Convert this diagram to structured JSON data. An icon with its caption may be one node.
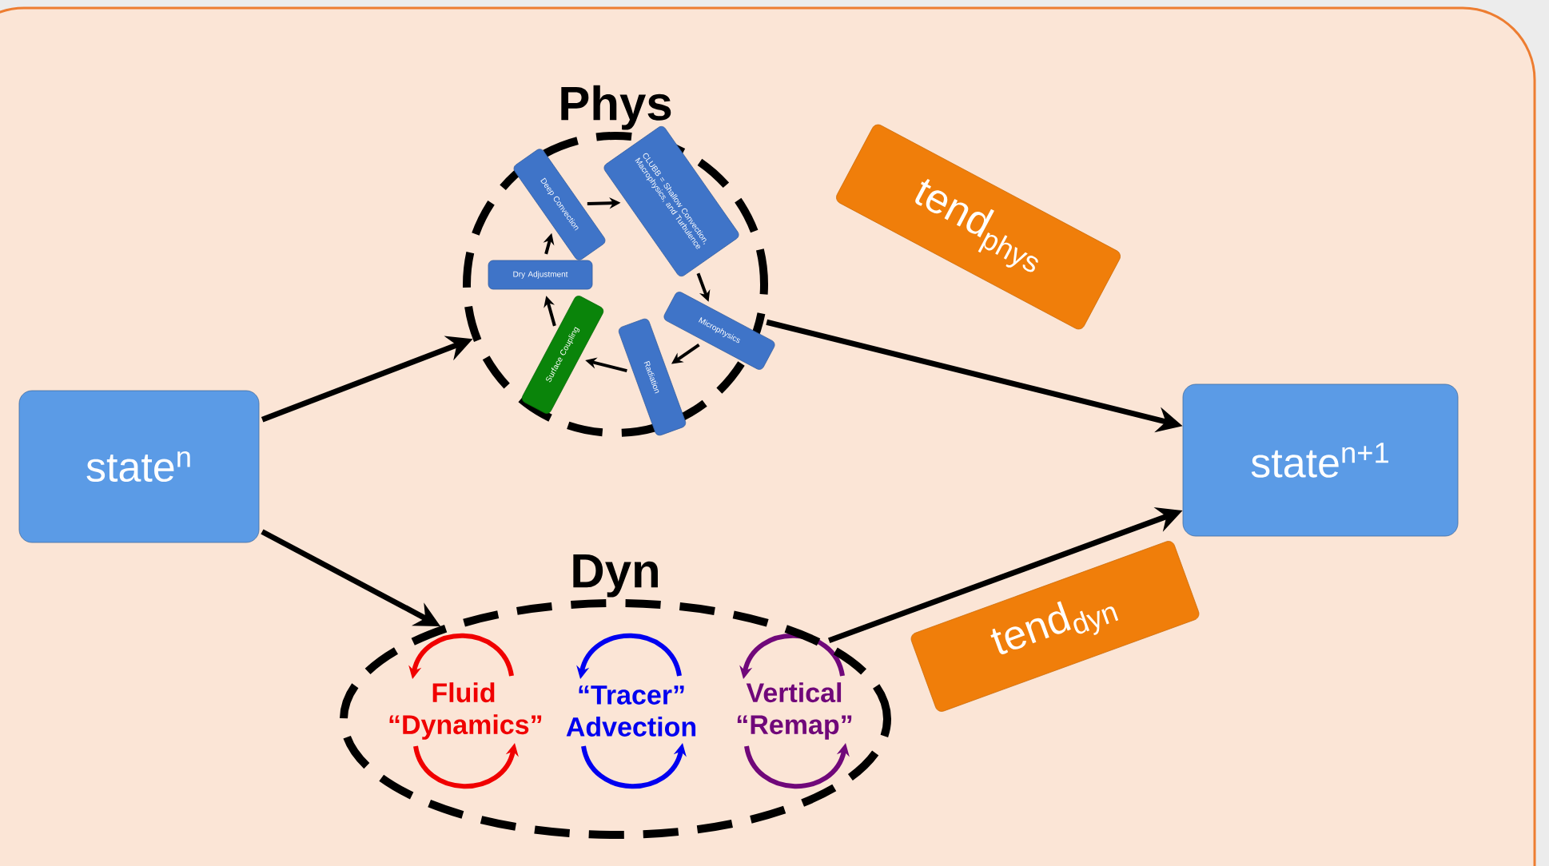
{
  "diagram": {
    "nodes": [
      {
        "text": [
          "state$^{n}$"
        ]
      },
      {
        "text": [
          "Phys"
        ]
      },
      {
        "text": [
          "Deep Convection"
        ],
        "in": 1
      },
      {
        "text": [
          "CLUBB = Shallow Convection, Macrophysics, and Turbulence"
        ],
        "in": 1
      },
      {
        "text": [
          "Microphysics"
        ],
        "in": 1
      },
      {
        "text": [
          "Radiation"
        ],
        "in": 1
      },
      {
        "text": [
          "Surface Coupling"
        ],
        "in": 1
      },
      {
        "text": [
          "Dry Adjustment"
        ],
        "in": 1
      },
      {
        "text": [
          "Dyn"
        ]
      },
      {
        "text": [
          "Fluid “Dynamics”"
        ],
        "in": 8
      },
      {
        "text": [
          "“Tracer” Advection"
        ],
        "in": 8
      },
      {
        "text": [
          "Vertical “Remap”"
        ],
        "in": 8
      },
      {
        "text": [
          "tend$_{phys}$"
        ]
      },
      {
        "text": [
          "tend$_{dyn}$"
        ]
      },
      {
        "text": [
          "state$^{n+1}$"
        ]
      }
    ],
    "edges": [
      {
        "from": 0,
        "to": 1,
        "arrow": "to"
      },
      {
        "from": 0,
        "to": 8,
        "arrow": "to"
      },
      {
        "from": 1,
        "to": 14,
        "arrow": "to"
      },
      {
        "from": 8,
        "to": 14,
        "arrow": "to"
      },
      {
        "from": 2,
        "to": 3,
        "arrow": "to"
      },
      {
        "from": 3,
        "to": 4,
        "arrow": "to"
      },
      {
        "from": 4,
        "to": 5,
        "arrow": "to"
      },
      {
        "from": 5,
        "to": 6,
        "arrow": "to"
      },
      {
        "from": 6,
        "to": 7,
        "arrow": "to"
      },
      {
        "from": 7,
        "to": 2,
        "arrow": "to"
      }
    ]
  }
}
